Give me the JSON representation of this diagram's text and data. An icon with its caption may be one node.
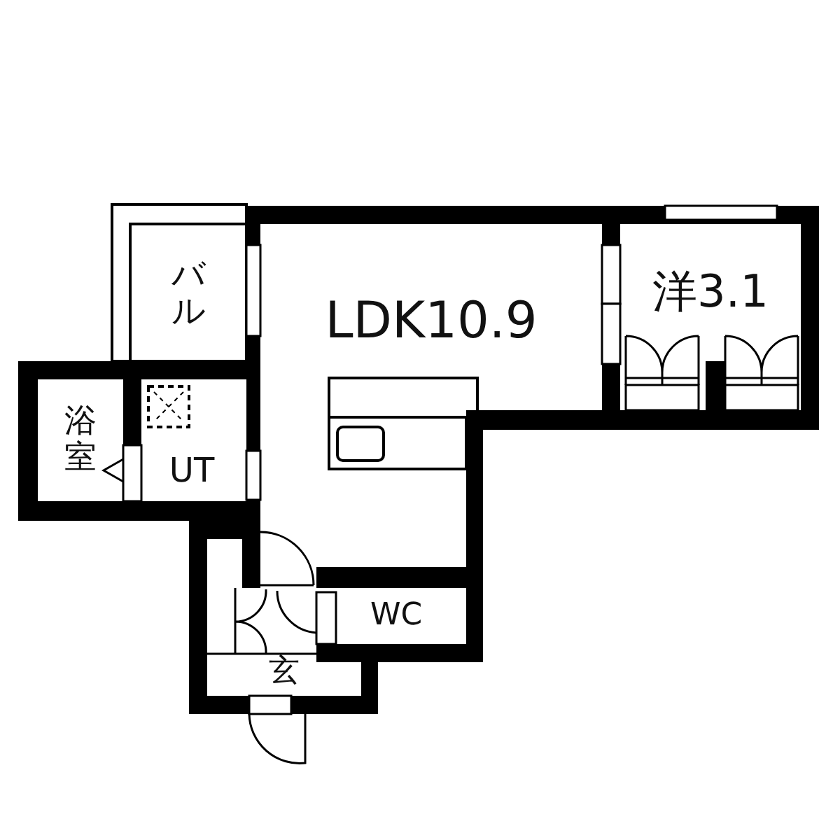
{
  "diagram": {
    "nodes": [
      {
        "text": [
          "バル"
        ]
      },
      {
        "text": [
          "LDK10.9"
        ]
      },
      {
        "text": [
          "洋3.1"
        ]
      },
      {
        "text": [
          "浴室"
        ]
      },
      {
        "text": [
          "UT"
        ]
      },
      {
        "text": [
          "WC"
        ]
      },
      {
        "text": [
          "玄"
        ]
      }
    ]
  }
}
